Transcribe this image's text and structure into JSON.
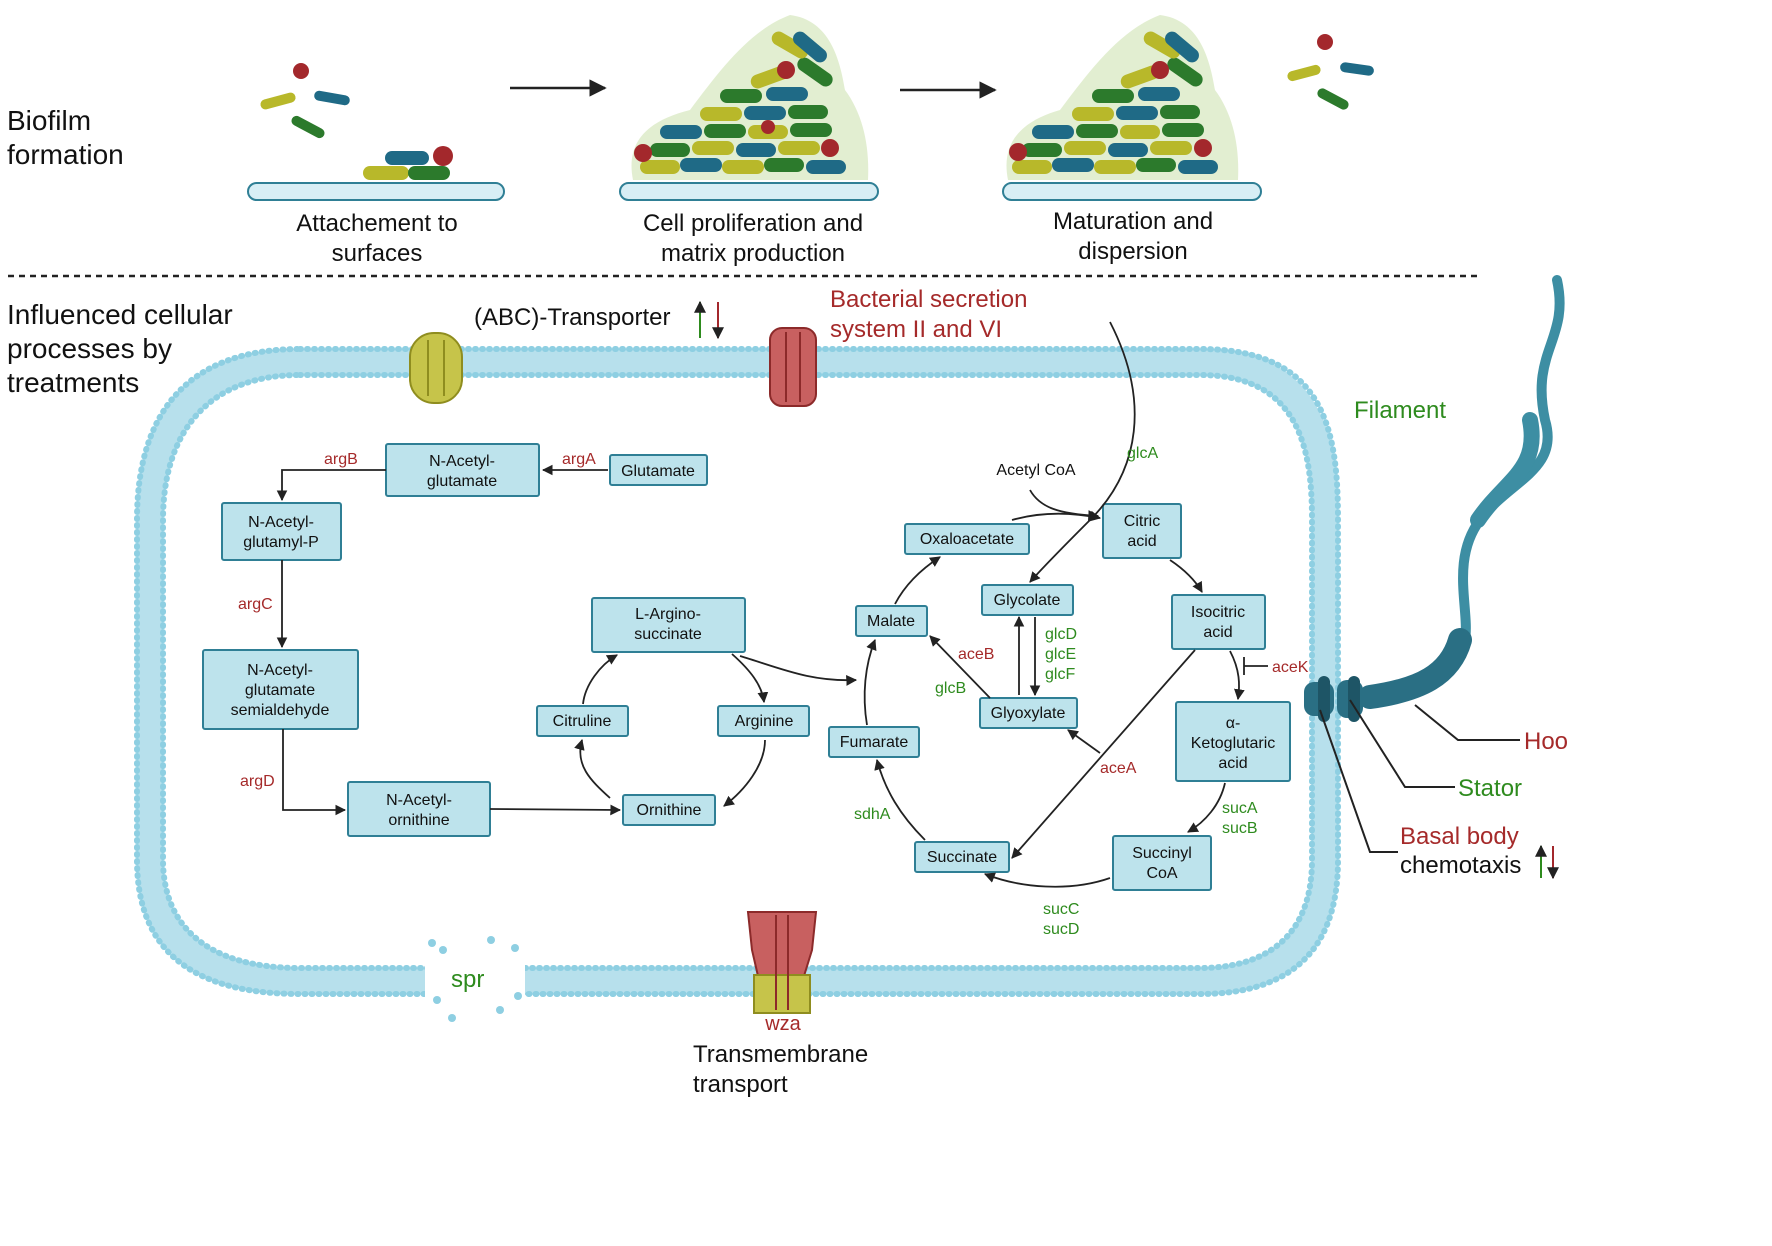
{
  "top": {
    "section_label": [
      "Biofilm",
      "formation"
    ],
    "stage1": [
      "Attachement to",
      "surfaces"
    ],
    "stage2": [
      "Cell proliferation and",
      "matrix production"
    ],
    "stage3": [
      "Maturation and",
      "dispersion"
    ]
  },
  "bottom": {
    "section_label": [
      "Influenced cellular",
      "processes by",
      "treatments"
    ],
    "abc_transporter": "(ABC)-Transporter",
    "secretion": [
      "Bacterial secretion",
      "system II and VI"
    ],
    "transmembrane": [
      "Transmembrane",
      "transport"
    ]
  },
  "flagellum": {
    "filament": "Filament",
    "hook": "Hook",
    "stator": "Stator",
    "basal_body": "Basal body",
    "chemotaxis": "chemotaxis"
  },
  "genes": {
    "argA": "argA",
    "argB": "argB",
    "argC": "argC",
    "argD": "argD",
    "glcA": "glcA",
    "glcD": "glcD",
    "glcE": "glcE",
    "glcF": "glcF",
    "glcB": "glcB",
    "aceB": "aceB",
    "aceA": "aceA",
    "aceK": "aceK",
    "sucA": "sucA",
    "sucB": "sucB",
    "sucC": "sucC",
    "sucD": "sucD",
    "sdhA": "sdhA",
    "spr": "spr",
    "wza": "wza"
  },
  "metabolites": {
    "glutamate": "Glutamate",
    "n_acetyl_glutamate": [
      "N-Acetyl-",
      "glutamate"
    ],
    "n_acetyl_glutamyl_p": [
      "N-Acetyl-",
      "glutamyl-P"
    ],
    "n_acetyl_glutamate_semialdehyde": [
      "N-Acetyl-",
      "glutamate",
      "semialdehyde"
    ],
    "n_acetyl_ornithine": [
      "N-Acetyl-",
      "ornithine"
    ],
    "ornithine": "Ornithine",
    "citruline": "Citruline",
    "l_argino_succinate": [
      "L-Argino-",
      "succinate"
    ],
    "arginine": "Arginine",
    "acetyl_coa": "Acetyl CoA",
    "oxaloacetate": "Oxaloacetate",
    "citric_acid": [
      "Citric",
      "acid"
    ],
    "isocitric_acid": [
      "Isocitric",
      "acid"
    ],
    "ketoglutaric_acid": [
      "α-",
      "Ketoglutaric",
      "acid"
    ],
    "succinyl_coa": [
      "Succinyl",
      "CoA"
    ],
    "succinate": "Succinate",
    "fumarate": "Fumarate",
    "malate": "Malate",
    "glycolate": "Glycolate",
    "glyoxylate": "Glyoxylate"
  },
  "colors": {
    "gene_red": "#a52a2a",
    "gene_green": "#2e8b1e",
    "box_fill": "#bde3ec",
    "box_stroke": "#2f7f95",
    "membrane": "#8ecfe2",
    "flagellum": "#3d8ea3",
    "bacteria_blue": "#1f6a86",
    "bacteria_green": "#2c7a2c",
    "bacteria_yellow": "#b8b82a",
    "bacteria_red": "#a3282c"
  }
}
